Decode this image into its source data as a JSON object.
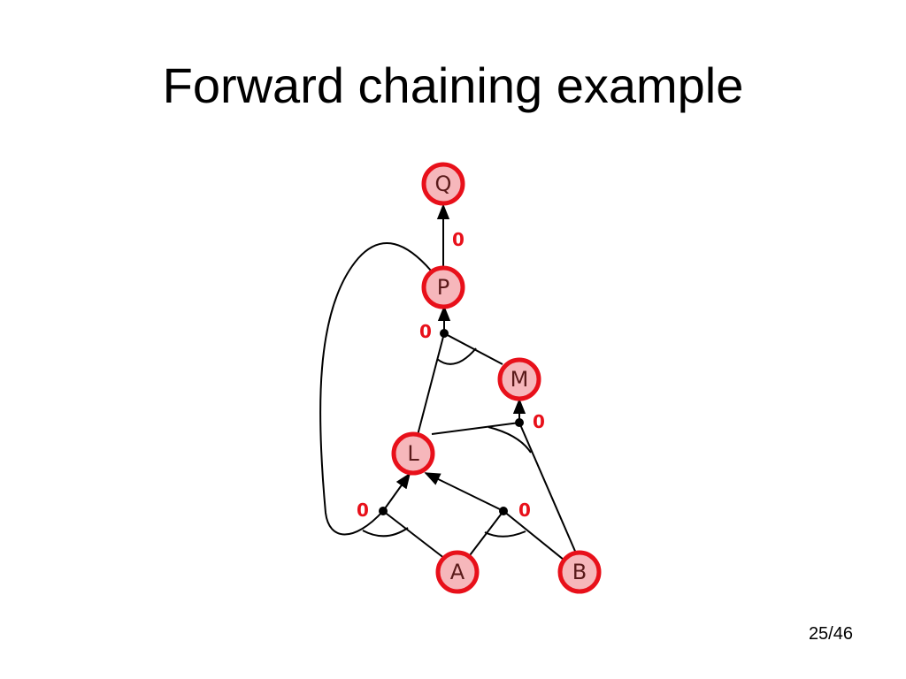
{
  "slide": {
    "title": "Forward chaining example",
    "page_number": "25/46"
  },
  "colors": {
    "node_fill": "#f6b7bb",
    "node_stroke": "#e8101a",
    "edge": "#000000",
    "count": "#e8101a"
  },
  "nodes": [
    {
      "id": "Q",
      "label": "Q"
    },
    {
      "id": "P",
      "label": "P"
    },
    {
      "id": "M",
      "label": "M"
    },
    {
      "id": "L",
      "label": "L"
    },
    {
      "id": "A",
      "label": "A"
    },
    {
      "id": "B",
      "label": "B"
    }
  ],
  "rules": [
    {
      "id": "p-to-q",
      "premises": [
        "P"
      ],
      "conclusion": "Q",
      "count": "0"
    },
    {
      "id": "l-m-to-p",
      "premises": [
        "L",
        "M"
      ],
      "conclusion": "P",
      "count": "0"
    },
    {
      "id": "b-l-to-m",
      "premises": [
        "B",
        "L"
      ],
      "conclusion": "M",
      "count": "0"
    },
    {
      "id": "a-p-to-l",
      "premises": [
        "A",
        "P"
      ],
      "conclusion": "L",
      "count": "0"
    },
    {
      "id": "a-b-to-l",
      "premises": [
        "A",
        "B"
      ],
      "conclusion": "L",
      "count": "0"
    }
  ]
}
